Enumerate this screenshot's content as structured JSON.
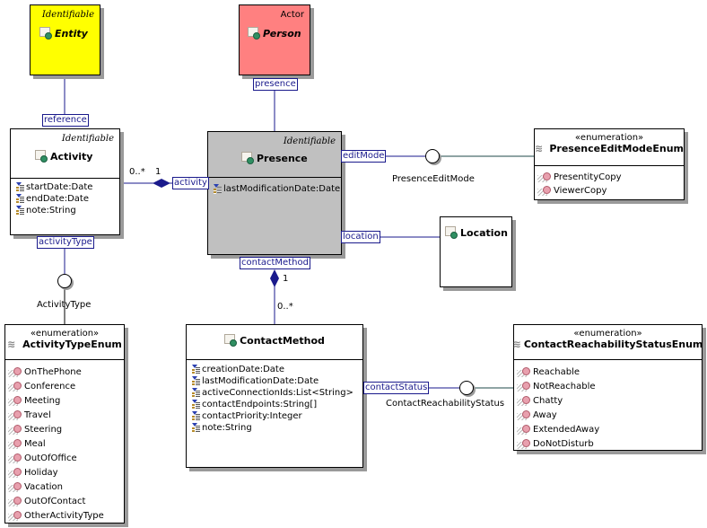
{
  "diagram": {
    "classes": {
      "entity": {
        "stereotype": "Identifiable",
        "name": "Entity",
        "fill": "#ffff00"
      },
      "person": {
        "stereotype": "Actor",
        "name": "Person",
        "fill": "#ff8080"
      },
      "activity": {
        "stereotype": "Identifiable",
        "name": "Activity",
        "fill": "#ffffff",
        "attributes": [
          "startDate:Date",
          "endDate:Date",
          "note:String"
        ]
      },
      "presence": {
        "stereotype": "Identifiable",
        "name": "Presence",
        "fill": "#c0c0c0",
        "attributes": [
          "lastModificationDate:Date"
        ]
      },
      "location": {
        "name": "Location",
        "fill": "#ffffff"
      },
      "contact_method": {
        "name": "ContactMethod",
        "fill": "#ffffff",
        "attributes": [
          "creationDate:Date",
          "lastModificationDate:Date",
          "activeConnectionIds:List<String>",
          "contactEndpoints:String[]",
          "contactPriority:Integer",
          "note:String"
        ]
      }
    },
    "enums": {
      "presence_edit_mode": {
        "stereotype": "«enumeration»",
        "name": "PresenceEditModeEnum",
        "literals": [
          "PresentityCopy",
          "ViewerCopy"
        ]
      },
      "activity_type": {
        "stereotype": "«enumeration»",
        "name": "ActivityTypeEnum",
        "literals": [
          "OnThePhone",
          "Conference",
          "Meeting",
          "Travel",
          "Steering",
          "Meal",
          "OutOfOffice",
          "Holiday",
          "Vacation",
          "OutOfContact",
          "OtherActivityType"
        ]
      },
      "contact_reachability": {
        "stereotype": "«enumeration»",
        "name": "ContactReachabilityStatusEnum",
        "literals": [
          "Reachable",
          "NotReachable",
          "Chatty",
          "Away",
          "ExtendedAway",
          "DoNotDisturb"
        ]
      }
    },
    "roles": {
      "reference": "reference",
      "presence": "presence",
      "activity": "activity",
      "activity_type": "activityType",
      "edit_mode": "editMode",
      "location": "location",
      "contact_method": "contactMethod",
      "contact_status": "contactStatus"
    },
    "interfaces": {
      "presence_edit_mode": "PresenceEditMode",
      "activity_type": "ActivityType",
      "contact_reachability": "ContactReachabilityStatus"
    },
    "multiplicities": {
      "activity_many": "0..*",
      "activity_one": "1",
      "contact_one": "1",
      "contact_many": "0..*"
    },
    "colors": {
      "line": "#1a1a8c",
      "role_border": "#1a1a8c"
    }
  }
}
